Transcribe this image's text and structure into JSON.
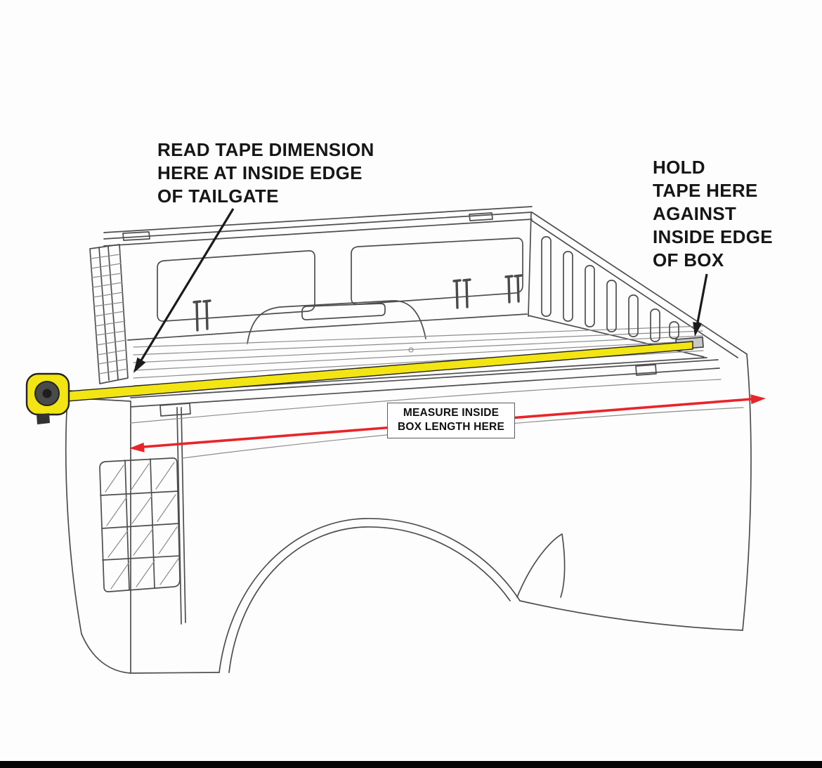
{
  "page": {
    "background": "#fdfdfd",
    "footer_bar_color": "#050505"
  },
  "colors": {
    "tape_yellow": "#f2e513",
    "measure_red": "#e8252a",
    "leader_black": "#1b1b1b",
    "drawing_gray": "#4e4e4e"
  },
  "annotations": {
    "read_tape": {
      "line1": "READ TAPE DIMENSION",
      "line2": "HERE AT INSIDE EDGE",
      "line3": "OF TAILGATE"
    },
    "hold_tape": {
      "line1": "HOLD",
      "line2": "TAPE HERE",
      "line3": "AGAINST",
      "line4": "INSIDE EDGE",
      "line5": "OF BOX"
    },
    "measure_label": {
      "line1": "MEASURE INSIDE",
      "line2": "BOX LENGTH HERE"
    }
  }
}
